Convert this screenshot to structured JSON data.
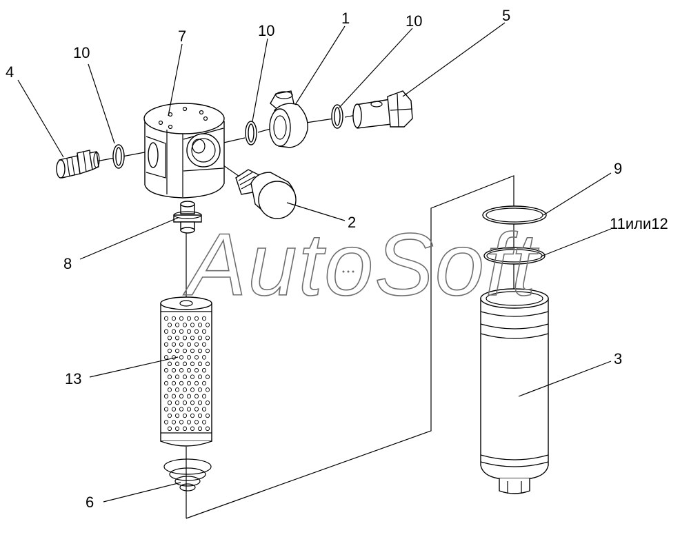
{
  "watermark": "AutoSoft",
  "callouts": {
    "c1": "1",
    "c2": "2",
    "c3": "3",
    "c4": "4",
    "c5": "5",
    "c6": "6",
    "c7": "7",
    "c8": "8",
    "c9": "9",
    "c10a": "10",
    "c10b": "10",
    "c10c": "10",
    "c11": "11или12",
    "c13": "13"
  },
  "parts": [
    "fitting-4",
    "seal-ring-10",
    "filter-housing-7",
    "seal-ring-10",
    "banjo-fitting-1",
    "seal-ring-10",
    "banjo-bolt-5",
    "valve-2",
    "nipple-8",
    "filter-element-13",
    "spring-6",
    "gasket-9",
    "o-ring-11-12",
    "filter-bowl-3"
  ]
}
